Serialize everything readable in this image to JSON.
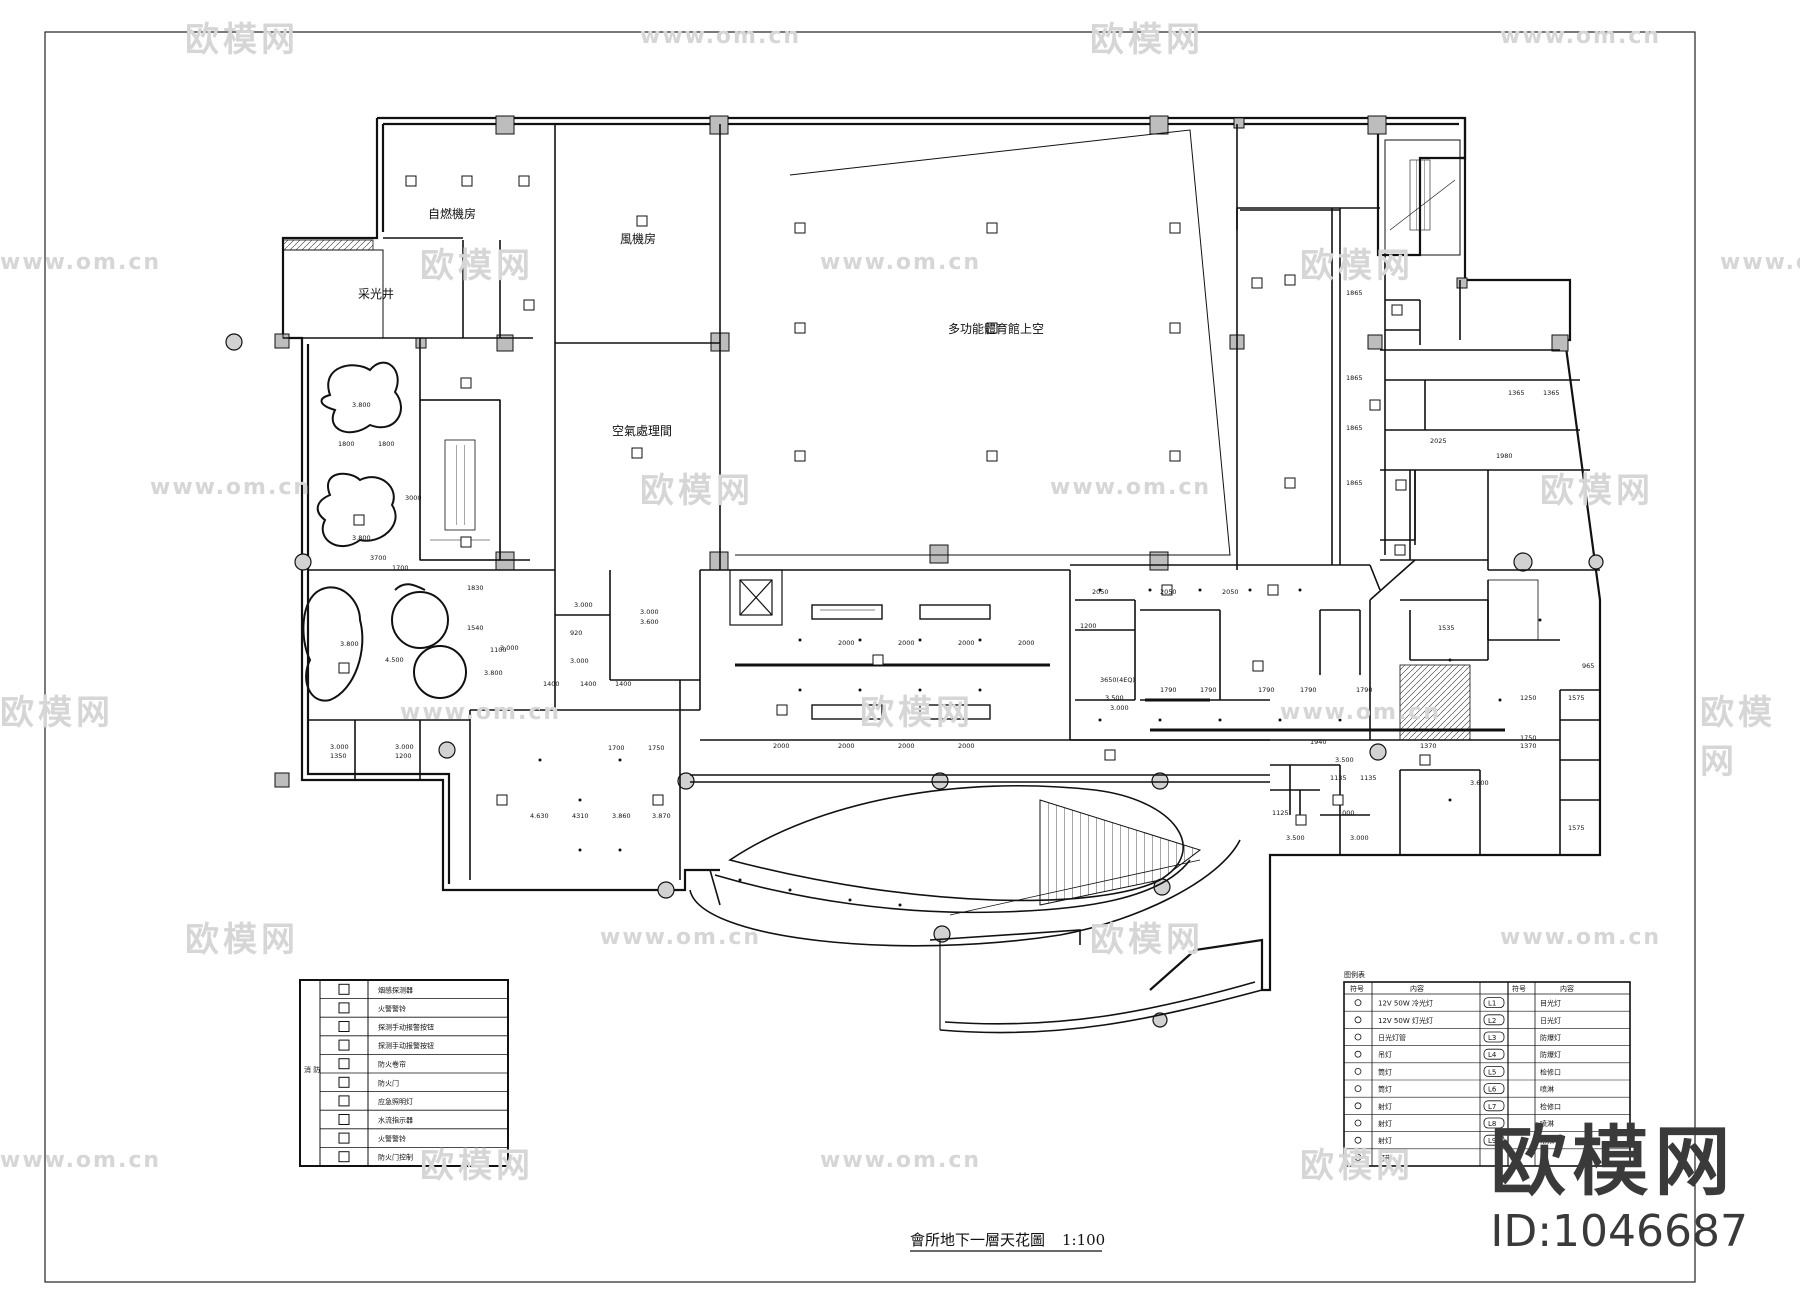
{
  "drawing": {
    "title": "會所地下一層天花圖",
    "scale": "1:100"
  },
  "rooms": {
    "natural_gas_room": "自燃機房",
    "fan_room": "風機房",
    "lightwell": "采光井",
    "air_handling_room": "空氣處理間",
    "gym_void": "多功能體育館上空"
  },
  "dimensions": {
    "d1800a": "1800",
    "d1800b": "1800",
    "d3000": "3000",
    "d3700": "3700",
    "d1700": "1700",
    "d1830": "1830",
    "d1540": "1540",
    "d1100": "1100",
    "d1400a": "1400",
    "d1400b": "1400",
    "d1400c": "1400",
    "d920": "920",
    "d1350": "1350",
    "d1200": "1200",
    "d1700b": "1700",
    "d1750": "1750",
    "d2000a": "2000",
    "d2000b": "2000",
    "d2000c": "2000",
    "d2000d": "2000",
    "d2000e": "2000",
    "d2000f": "2000",
    "d2000g": "2000",
    "d2000h": "2000",
    "d2050a": "2050",
    "d2050b": "2050",
    "d2050c": "2050",
    "d1200b": "1200",
    "d1790a": "1790",
    "d1790b": "1790",
    "d1790c": "1790",
    "d1790d": "1790",
    "d1790e": "1790",
    "d1135a": "1135",
    "d1135b": "1135",
    "d1370a": "1370",
    "d1370b": "1370",
    "d2025": "2025",
    "d1980": "1980",
    "d1535": "1535",
    "d1250": "1250",
    "d1365a": "1365",
    "d1365b": "1365",
    "d1865a": "1865",
    "d1865b": "1865",
    "d1865c": "1865",
    "d1865d": "1865",
    "d1575a": "1575",
    "d1575b": "1575",
    "d1750b": "1750",
    "d965": "965",
    "d1000": "1000",
    "d1125": "1125",
    "d1940": "1940"
  },
  "levels": {
    "l1": "3.800",
    "l2": "3.800",
    "l3": "3.800",
    "l4": "4.500",
    "l5": "3.800",
    "l6": "3.000",
    "l7": "3.000",
    "l8": "3.000",
    "l9": "3.000",
    "l10": "3.000",
    "l11": "3.000",
    "l12": "3.500",
    "l13": "4.630",
    "l14": "4310",
    "l15": "3.860",
    "l16": "3.870",
    "l17": "3.500",
    "l18": "3.500",
    "l19": "3.600",
    "l20": "3.000",
    "l21": "3650(4EQ)",
    "l22": "3.600",
    "l23": "3.000"
  },
  "fire_legend": {
    "side_label": "消 防",
    "rows": [
      "烟感探测器",
      "火警警铃",
      "探测手动报警按钮",
      "探测手动报警按钮",
      "防火卷帘",
      "防火门",
      "应急照明灯",
      "水流指示器",
      "火警警铃",
      "防火门控制"
    ]
  },
  "light_legend": {
    "caption": "图例表",
    "header_sym": "符号",
    "header_content": "内容",
    "header_sym2": "符号",
    "header_content2": "内容",
    "rows": [
      {
        "c1": "12V 50W 冷光灯",
        "code": "L1",
        "c2": "目光灯"
      },
      {
        "c1": "12V 50W 灯光灯",
        "code": "L2",
        "c2": "日光灯"
      },
      {
        "c1": "日光灯管",
        "code": "L3",
        "c2": "防爆灯"
      },
      {
        "c1": "吊灯",
        "code": "L4",
        "c2": "防爆灯"
      },
      {
        "c1": "筒灯",
        "code": "L5",
        "c2": "检修口"
      },
      {
        "c1": "筒灯",
        "code": "L6",
        "c2": "喷淋"
      },
      {
        "c1": "射灯",
        "code": "L7",
        "c2": "检修口"
      },
      {
        "c1": "射灯",
        "code": "L8",
        "c2": "喷淋"
      },
      {
        "c1": "射灯",
        "code": "L9",
        "c2": "吊顶"
      },
      {
        "c1": "灯带",
        "code": "",
        "c2": ""
      }
    ]
  },
  "watermark": {
    "cn": "欧模网",
    "url": "www.om.cn"
  },
  "brand": {
    "logo": "欧模网",
    "id": "ID:1046687"
  }
}
